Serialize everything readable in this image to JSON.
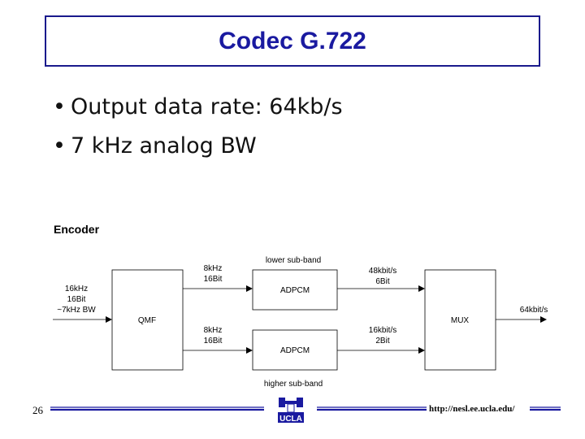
{
  "slide": {
    "title": "Codec G.722",
    "bullets": [
      "Output data rate: 64kb/s",
      "7 kHz analog BW"
    ],
    "bullet_glyph": "•",
    "section_label": "Encoder",
    "page_number": "26",
    "footer_url": "http://nesl.ee.ucla.edu/",
    "logo_text": "UCLA"
  },
  "diagram": {
    "blocks": {
      "qmf": "QMF",
      "adpcm_low": "ADPCM",
      "adpcm_high": "ADPCM",
      "mux": "MUX"
    },
    "labels": {
      "lower_band": "lower sub-band",
      "higher_band": "higher sub-band",
      "input_line1": "16kHz",
      "input_line2": "16Bit",
      "input_line3": "~7kHz BW",
      "low_in_line1": "8kHz",
      "low_in_line2": "16Bit",
      "high_in_line1": "8kHz",
      "high_in_line2": "16Bit",
      "low_out_line1": "48kbit/s",
      "low_out_line2": "6Bit",
      "high_out_line1": "16kbit/s",
      "high_out_line2": "2Bit",
      "output": "64kbit/s"
    },
    "colors": {
      "title": "#1a1aa0",
      "frame": "#1a1a8c",
      "footer_bar": "#1a1aa0"
    }
  }
}
